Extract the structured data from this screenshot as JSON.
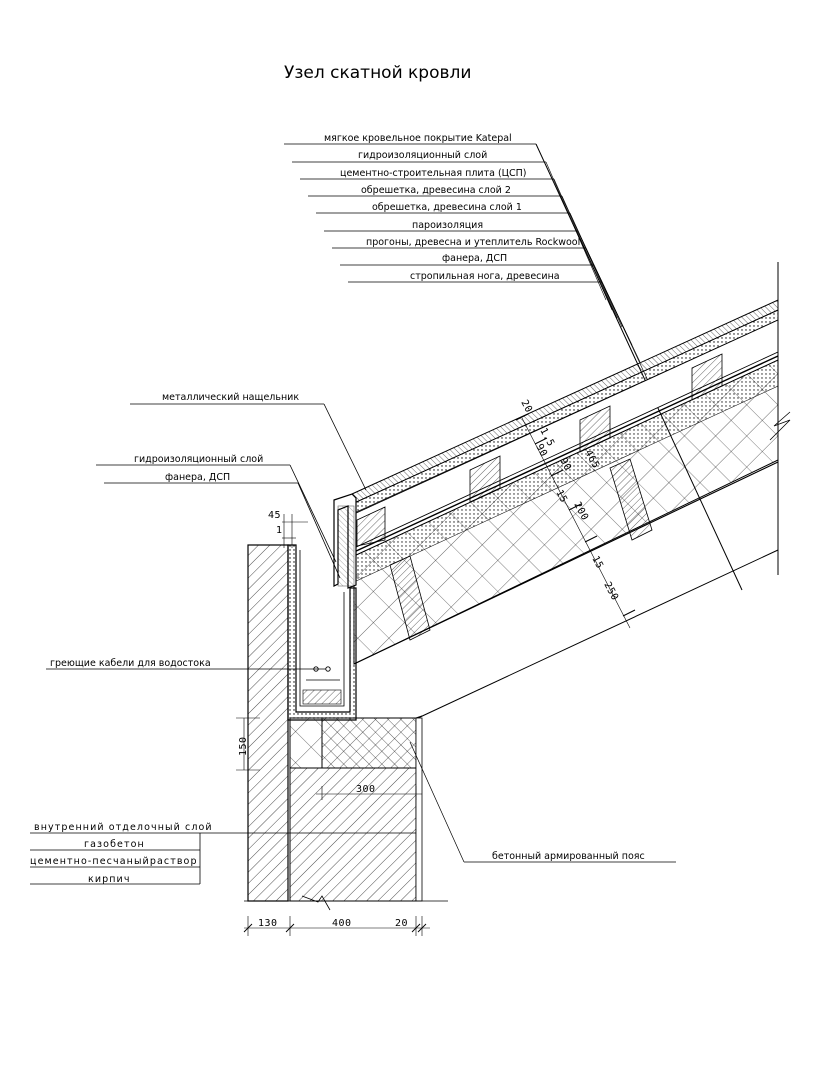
{
  "title": "Узел скатной кровли",
  "roof_layers": [
    "мягкое кровельное покрытие Katepal",
    "гидроизоляционный слой",
    "цементно-строительная плита (ЦСП)",
    "обрешетка, древесина слой 2",
    "обрешетка, древесина слой 1",
    "пароизоляция",
    "прогоны, древесна и утеплитель Rockwool",
    "фанера, ДСП",
    "стропильная нога, древесина"
  ],
  "flashing_label": "металлический нащельник",
  "gutter_layers": [
    "гидроизоляционный слой",
    "фанера, ДСП"
  ],
  "cable_label": "греющие кабели для водостока",
  "wall_layers": [
    "внутренний отделочный слой",
    "газобетон",
    "цементно-песчаныйраствор",
    "кирпич"
  ],
  "beam_label": "бетонный армированный пояс",
  "dimensions": {
    "top_45": "45",
    "top_1": "1",
    "roof": [
      "20",
      "1.5",
      "90",
      "90",
      "465",
      "15",
      "200",
      "15",
      "250"
    ],
    "beam_height": "150",
    "beam_width": "300",
    "bottom": [
      "130",
      "400",
      "20"
    ]
  }
}
